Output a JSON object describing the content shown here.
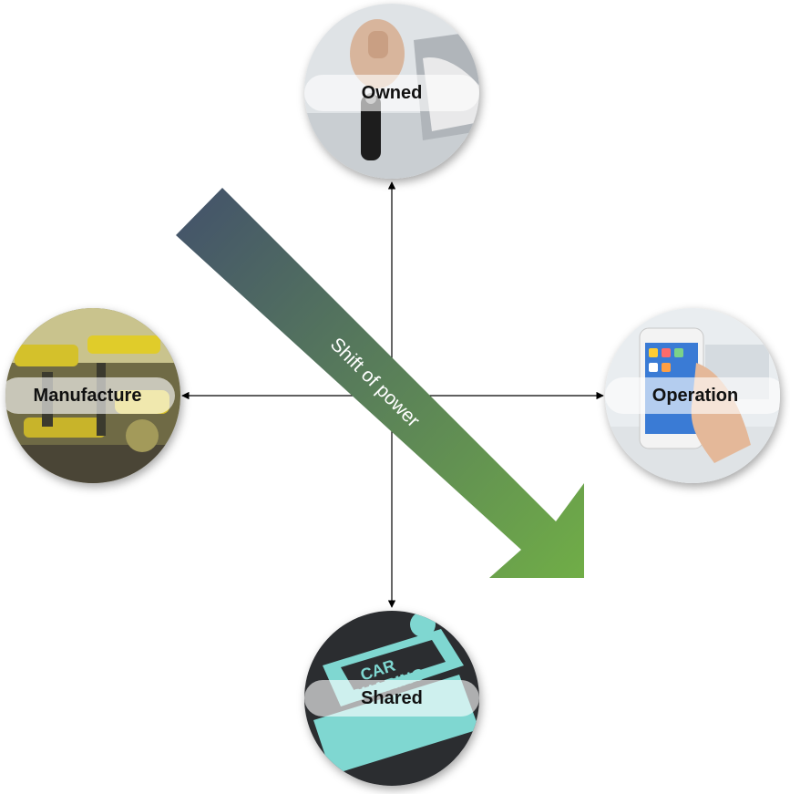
{
  "nodes": {
    "top": {
      "label": "Owned",
      "image": "car-key-handover"
    },
    "left": {
      "label": "Manufacture",
      "image": "robotic-assembly-line"
    },
    "right": {
      "label": "Operation",
      "image": "smartphone-in-hand"
    },
    "bottom": {
      "label": "Shared",
      "image": "car-sharing-pavement-sign",
      "sign_text": [
        "CAR",
        "SHARING"
      ]
    }
  },
  "arrow": {
    "label": "Shift of power",
    "gradient_start": "#44546a",
    "gradient_end": "#70ad47"
  },
  "axes_color": "#000000"
}
